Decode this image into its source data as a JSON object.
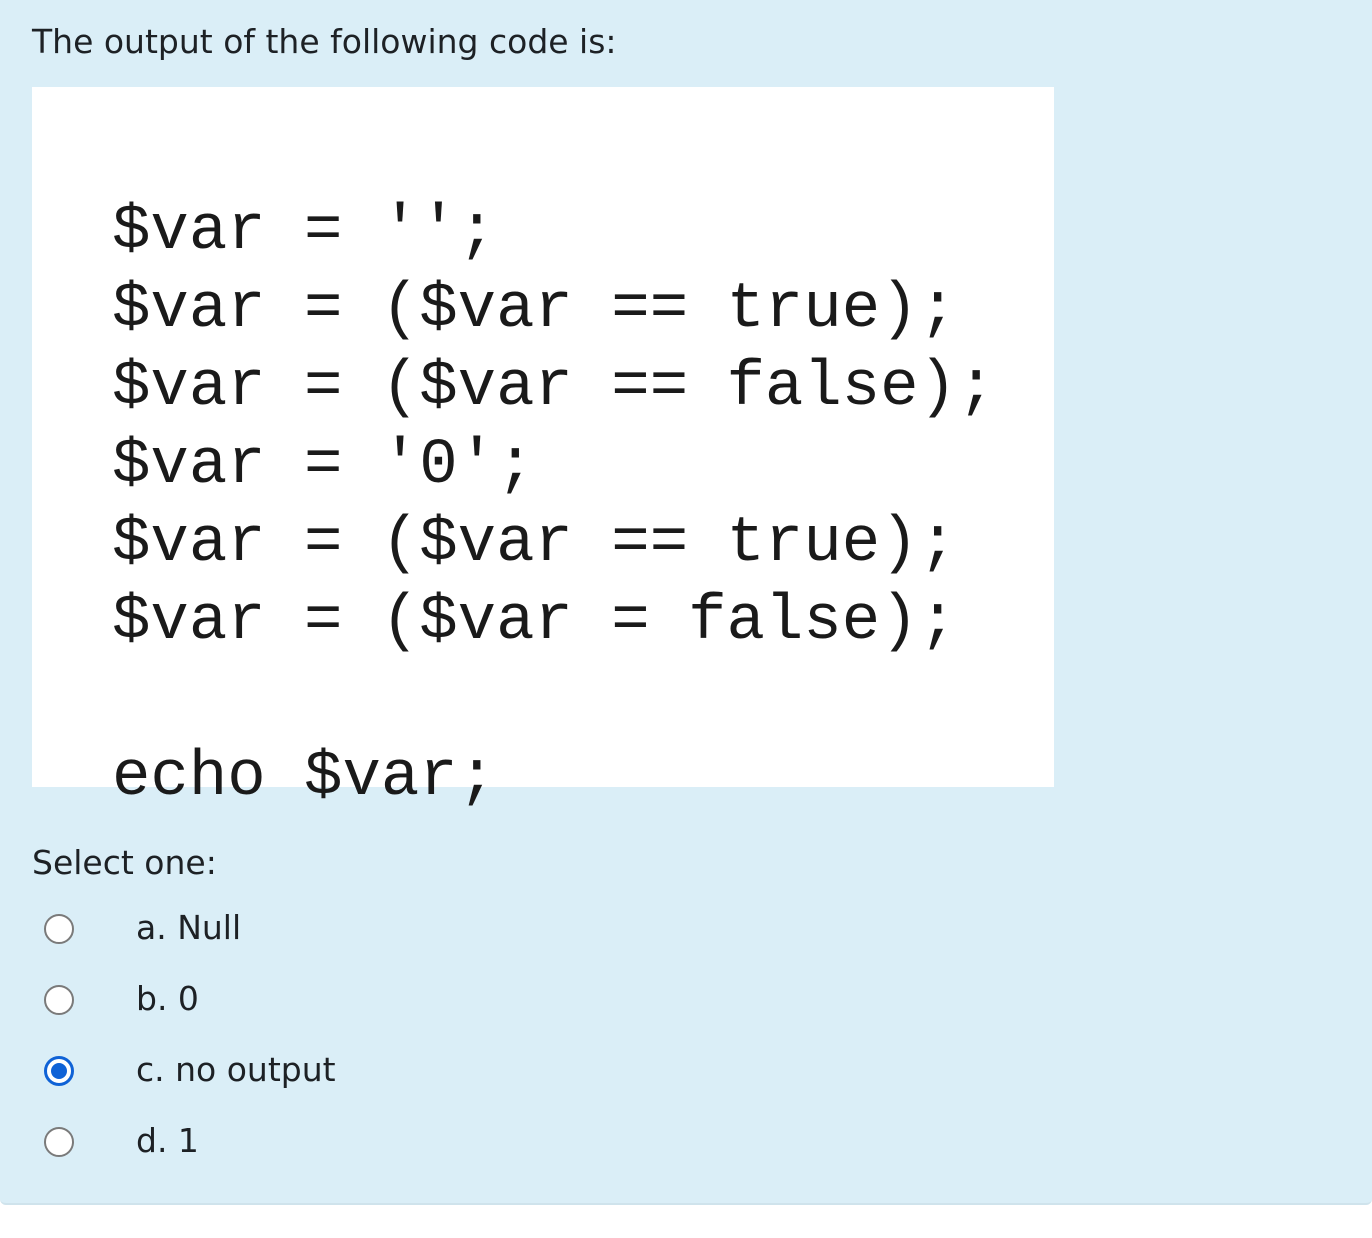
{
  "question": {
    "text": "The output of the following code is:"
  },
  "code_image": {
    "lines": [
      "$var = '';",
      "$var = ($var == true);",
      "$var = ($var == false);",
      "$var = '0';",
      "$var = ($var == true);",
      "$var = ($var = false);",
      "echo $var;"
    ]
  },
  "answer": {
    "prompt": "Select one:",
    "options": [
      {
        "label": "a. Null",
        "selected": false
      },
      {
        "label": "b. 0",
        "selected": false
      },
      {
        "label": "c. no output",
        "selected": true
      },
      {
        "label": "d. 1",
        "selected": false
      }
    ]
  },
  "colors": {
    "panel_background": "#daeef7",
    "radio_selected": "#0f62d6"
  }
}
